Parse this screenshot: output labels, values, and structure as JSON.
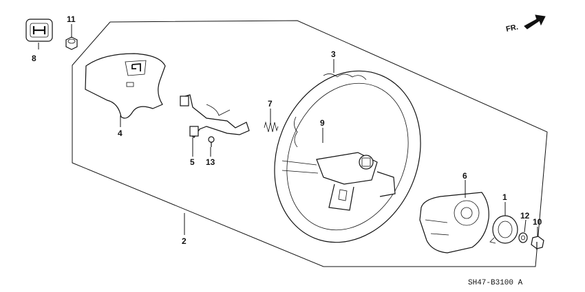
{
  "callouts": [
    "1",
    "2",
    "3",
    "4",
    "5",
    "6",
    "7",
    "8",
    "9",
    "10",
    "11",
    "12",
    "13"
  ],
  "direction_label": "FR.",
  "reference_code": "SH47-B3100 A"
}
